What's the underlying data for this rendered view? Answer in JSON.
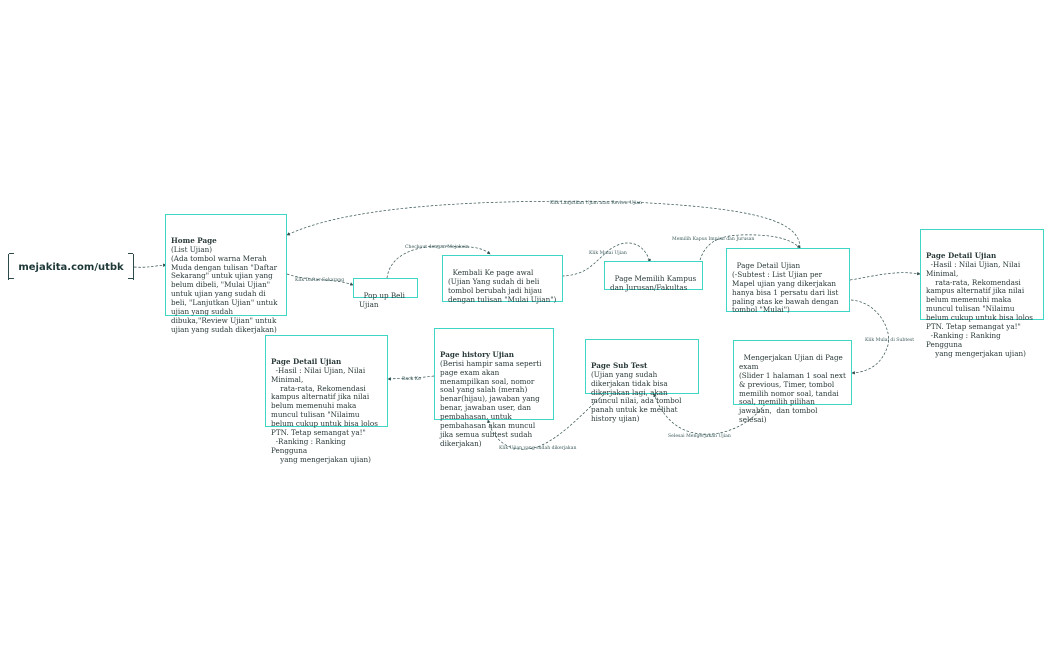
{
  "root": {
    "label": "mejakita.com/utbk"
  },
  "nodes": {
    "home": {
      "title": "Home Page",
      "body": "(List Ujian)\n(Ada tombol warna Merah Muda dengan tulisan \"Daftar Sekarang\" untuk ujian yang belum dibeli, \"Mulai Ujian\" untuk ujian yang sudah di beli, \"Lanjutkan Ujian\" untuk ujian yang sudah dibuka,\"Review Ujian\" untuk ujian yang sudah dikerjakan)"
    },
    "popup": {
      "title": "",
      "body": "Pop up Beli Ujian"
    },
    "kembali": {
      "title": "",
      "body": "Kembali Ke page awal\n(Ujian Yang sudah di beli tombol berubah jadi hijau dengan tulisan \"Mulai Ujian\")"
    },
    "kampus": {
      "title": "",
      "body": "Page Memilih Kampus dan Jurusan/Fakultas"
    },
    "detail_subtest": {
      "title": "",
      "body": "Page Detail Ujian\n(-Subtest : List Ujian per Mapel ujian yang dikerjakan hanya bisa 1 persatu dari list paling atas ke bawah dengan tombol \"Mulai\")"
    },
    "detail_right": {
      "title": "Page Detail Ujian",
      "body": "  -Hasil : Nilai Ujian, Nilai Minimal,\n    rata-rata, Rekomendasi kampus alternatif jika nilai belum memenuhi maka muncul tulisan \"Nilaimu belum cukup untuk bisa lolos PTN. Tetap semangat ya!\"\n  -Ranking : Ranking Pengguna\n    yang mengerjakan ujian)"
    },
    "mengerjakan": {
      "title": "",
      "body": "Mengerjakan Ujian di Page exam\n(Slider 1 halaman 1 soal next & previous, Timer, tombol memilih nomor soal, tandai soal, memilih pilihan jawaban,  dan tombol selesai)"
    },
    "subtest": {
      "title": "Page Sub Test",
      "body": "(Ujian yang sudah dikerjakan tidak bisa dikerjakan lagi, akan muncul nilai, ada tombol panah untuk ke melihat history ujian)"
    },
    "history": {
      "title": "Page history Ujian",
      "body": "(Berisi hampir sama seperti page exam akan menampilkan soal, nomor soal yang salah (merah) benar(hijau), jawaban yang benar, jawaban user, dan pembahasan, untuk pembahasan akan muncul jika semua subtest sudah dikerjakan)"
    },
    "detail_left": {
      "title": "Page Detail Ujian",
      "body": "  -Hasil : Nilai Ujian, Nilai Minimal,\n    rata-rata, Rekomendasi kampus alternatif jika nilai belum memenuhi maka muncul tulisan \"Nilaimu belum cukup untuk bisa lolos PTN. Tetap semangat ya!\"\n  -Ranking : Ranking Pengguna\n    yang mengerjakan ujian)"
    }
  },
  "edge_labels": {
    "daftar": "Klik Daftar Sekarang",
    "checkout": "Checkout dengan Mejakoin",
    "mulai": "Klik Mulai Ujian",
    "kampus": "Memilih Kapus Impian dan Jurusan",
    "lanjutkan": "Klik Lanjutkan Ujian atau Review Ujian",
    "subtest": "Klik Mulai di Subtest",
    "selesai": "Selesai Mengerjakan Ujian",
    "history": "Klik Ujian yang sudah dikerjakan",
    "back": "Back Ke"
  },
  "colors": {
    "node_border": "#3fd6c5",
    "edge": "#2f4f4f"
  }
}
